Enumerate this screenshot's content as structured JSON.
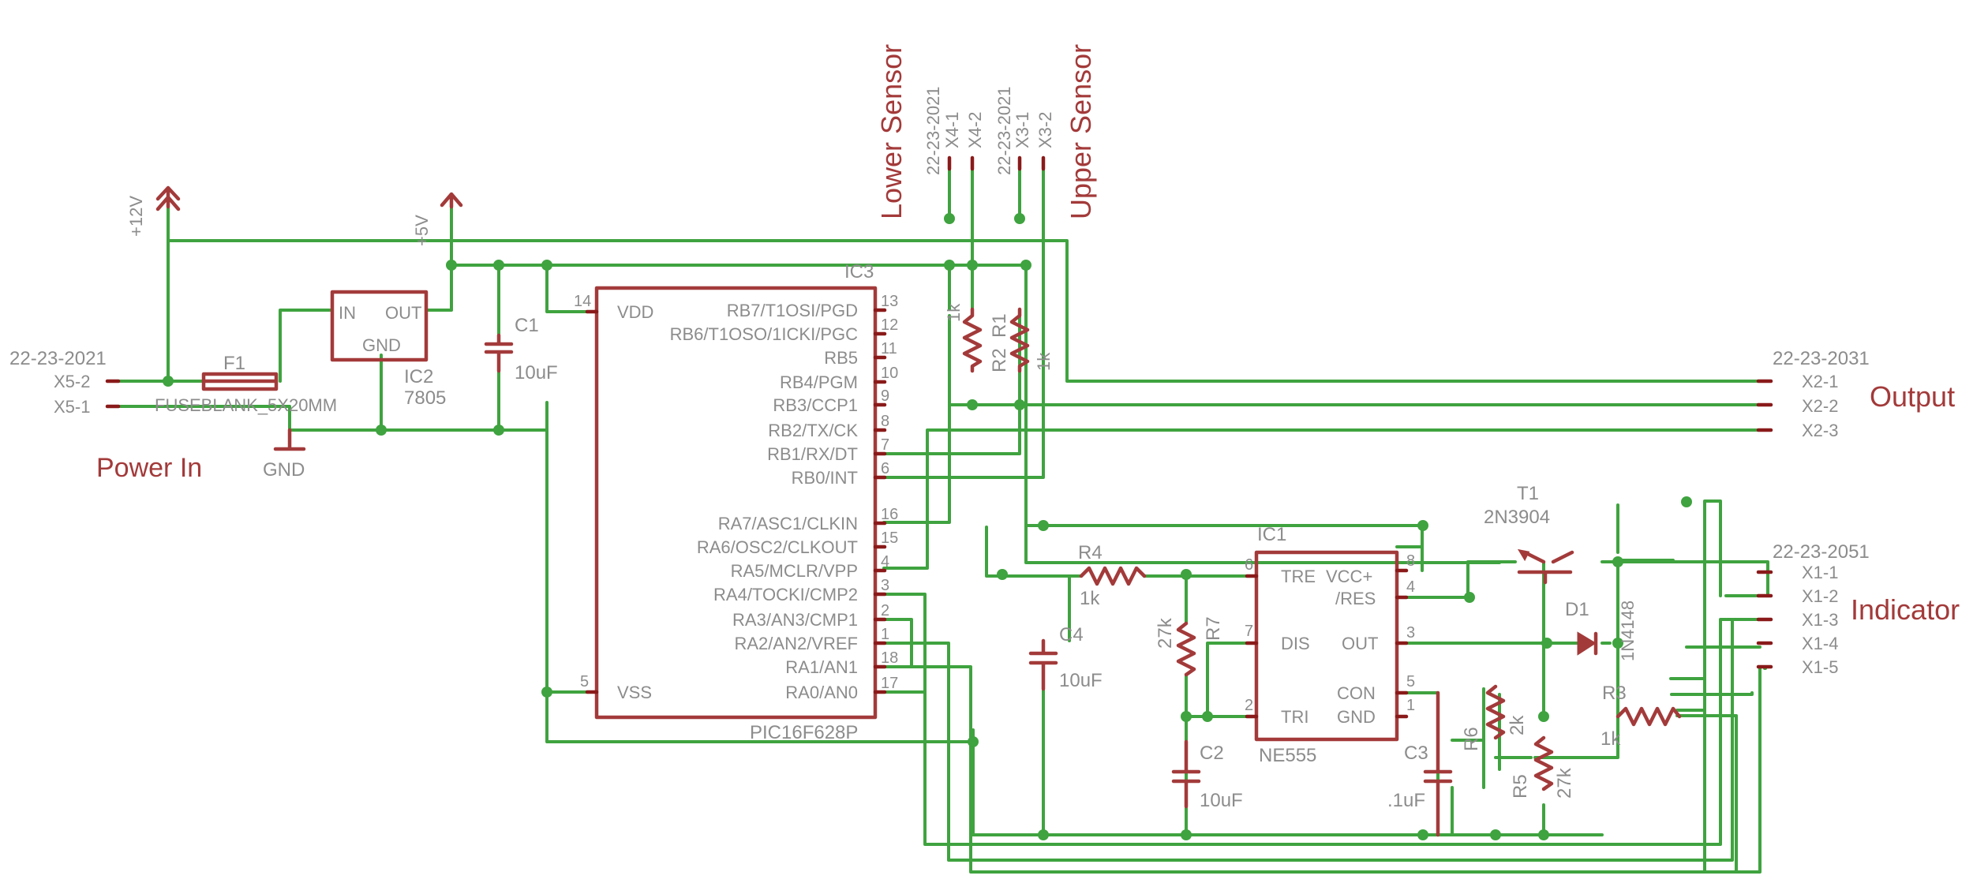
{
  "labels": {
    "power_in": "Power In",
    "output": "Output",
    "indicator": "Indicator",
    "lower_sensor": "Lower Sensor",
    "upper_sensor": "Upper Sensor"
  },
  "rails": {
    "v12": "+12V",
    "v5": "+5V",
    "gnd": "GND"
  },
  "connectors": {
    "x5": {
      "part": "22-23-2021",
      "pins": [
        "X5-2",
        "X5-1"
      ]
    },
    "x4": {
      "part": "22-23-2021",
      "pins": [
        "X4-1",
        "X4-2"
      ]
    },
    "x3": {
      "part": "22-23-2021",
      "pins": [
        "X3-1",
        "X3-2"
      ]
    },
    "x2": {
      "part": "22-23-2031",
      "pins": [
        "X2-1",
        "X2-2",
        "X2-3"
      ]
    },
    "x1": {
      "part": "22-23-2051",
      "pins": [
        "X1-1",
        "X1-2",
        "X1-3",
        "X1-4",
        "X1-5"
      ]
    }
  },
  "f1": {
    "name": "F1",
    "value": "FUSEBLANK_5X20MM"
  },
  "ic2": {
    "name": "IC2",
    "value": "7805",
    "in": "IN",
    "out": "OUT",
    "gnd": "GND"
  },
  "c1": {
    "name": "C1",
    "value": "10uF"
  },
  "ic3": {
    "name": "IC3",
    "value": "PIC16F628P",
    "left_pins": [
      {
        "num": "14",
        "label": "VDD"
      },
      {
        "num": "5",
        "label": "VSS"
      }
    ],
    "right_pins": [
      {
        "num": "13",
        "label": "RB7/T1OSI/PGD"
      },
      {
        "num": "12",
        "label": "RB6/T1OSO/1ICKI/PGC"
      },
      {
        "num": "11",
        "label": "RB5"
      },
      {
        "num": "10",
        "label": "RB4/PGM"
      },
      {
        "num": "9",
        "label": "RB3/CCP1"
      },
      {
        "num": "8",
        "label": "RB2/TX/CK"
      },
      {
        "num": "7",
        "label": "RB1/RX/DT"
      },
      {
        "num": "6",
        "label": "RB0/INT"
      },
      {
        "num": "16",
        "label": "RA7/ASC1/CLKIN"
      },
      {
        "num": "15",
        "label": "RA6/OSC2/CLKOUT"
      },
      {
        "num": "4",
        "label": "RA5/MCLR/VPP"
      },
      {
        "num": "3",
        "label": "RA4/TOCKI/CMP2"
      },
      {
        "num": "2",
        "label": "RA3/AN3/CMP1"
      },
      {
        "num": "1",
        "label": "RA2/AN2/VREF"
      },
      {
        "num": "18",
        "label": "RA1/AN1"
      },
      {
        "num": "17",
        "label": "RA0/AN0"
      }
    ]
  },
  "r1": {
    "name": "R1",
    "value": "1k"
  },
  "r2": {
    "name": "R2",
    "value": "1k"
  },
  "r3": {
    "name": "R3",
    "value": "1k"
  },
  "r4": {
    "name": "R4",
    "value": "1k"
  },
  "r5": {
    "name": "R5",
    "value": "27k"
  },
  "r6": {
    "name": "R6",
    "value": "2k"
  },
  "r7": {
    "name": "R7",
    "value": "27k"
  },
  "c2": {
    "name": "C2",
    "value": "10uF"
  },
  "c3": {
    "name": "C3",
    "value": ".1uF"
  },
  "c4": {
    "name": "C4",
    "value": "10uF"
  },
  "ic1": {
    "name": "IC1",
    "value": "NE555",
    "pins": [
      {
        "num": "6",
        "label": "TRE"
      },
      {
        "num": "7",
        "label": "DIS"
      },
      {
        "num": "2",
        "label": "TRI"
      },
      {
        "num": "8",
        "label": "VCC+"
      },
      {
        "num": "4",
        "label": "/RES"
      },
      {
        "num": "3",
        "label": "OUT"
      },
      {
        "num": "5",
        "label": "CON"
      },
      {
        "num": "1",
        "label": "GND"
      }
    ]
  },
  "t1": {
    "name": "T1",
    "value": "2N3904"
  },
  "d1": {
    "name": "D1",
    "value": "1N4148"
  },
  "colors": {
    "wire": "#3fa33f",
    "part": "#a33a3a",
    "text_gray": "#8c8c8c"
  }
}
